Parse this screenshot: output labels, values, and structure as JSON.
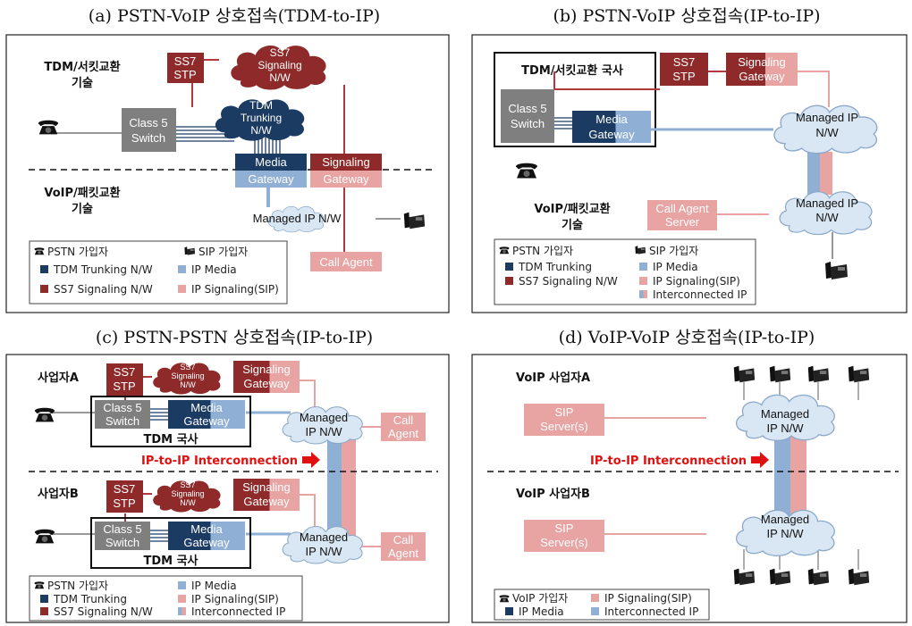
{
  "colors": {
    "tdm_navy": "#1c3b63",
    "ss7_red": "#8e2a2a",
    "ip_media": "#8fb0d4",
    "ip_signaling": "#e8a3a3",
    "switch_gray": "#7f7f7f",
    "cloud_fill": "#d9e6f3",
    "cloud_stroke": "#8aa8c8",
    "sig_line": "#b0393f",
    "arrow_red": "#e01010"
  },
  "a": {
    "caption": "(a) PSTN-VoIP 상호접속(TDM-to-IP)",
    "tdm_tech_1": "TDM/서킷교환",
    "tdm_tech_2": "기술",
    "voip_tech_1": "VoIP/패킷교환",
    "voip_tech_2": "기술",
    "ss7_1": "SS7",
    "ss7_2": "STP",
    "sig_nw_1": "SS7",
    "sig_nw_2": "Signaling",
    "sig_nw_3": "N/W",
    "class5_1": "Class 5",
    "class5_2": "Switch",
    "trunk_1": "TDM",
    "trunk_2": "Trunking",
    "trunk_3": "N/W",
    "media_1": "Media",
    "media_2": "Gateway",
    "sgw_1": "Signaling",
    "sgw_2": "Gateway",
    "managed": "Managed IP N/W",
    "call_agent": "Call Agent",
    "legend": {
      "pstn": "PSTN 가입자",
      "sip": "SIP 가입자",
      "tdm": "TDM Trunking N/W",
      "ipmedia": "IP Media",
      "ss7": "SS7 Signaling N/W",
      "ipsig": "IP Signaling(SIP)"
    }
  },
  "b": {
    "caption": "(b) PSTN-VoIP 상호접속(IP-to-IP)",
    "office": "TDM/서킷교환 국사",
    "ss7_1": "SS7",
    "ss7_2": "STP",
    "sgw_1": "Signaling",
    "sgw_2": "Gateway",
    "class5_1": "Class 5",
    "class5_2": "Switch",
    "media_1": "Media",
    "media_2": "Gateway",
    "managed_1": "Managed IP",
    "managed_2": "N/W",
    "voip_tech_1": "VoIP/패킷교환",
    "voip_tech_2": "기술",
    "cas_1": "Call Agent",
    "cas_2": "Server",
    "legend": {
      "pstn": "PSTN 가입자",
      "sip": "SIP 가입자",
      "tdm": "TDM Trunking",
      "ipmedia": "IP Media",
      "ss7": "SS7 Signaling N/W",
      "ipsig": "IP Signaling(SIP)",
      "inter": "Interconnected IP"
    }
  },
  "c": {
    "caption": "(c) PSTN-PSTN 상호접속(IP-to-IP)",
    "op_a": "사업자A",
    "op_b": "사업자B",
    "ss7_1": "SS7",
    "ss7_2": "STP",
    "sig_nw_1": "SS7",
    "sig_nw_2": "Signaling",
    "sig_nw_3": "N/W",
    "sgw_1": "Signaling",
    "sgw_2": "Gateway",
    "class5_1": "Class 5",
    "class5_2": "Switch",
    "media_1": "Media",
    "media_2": "Gateway",
    "office": "TDM 국사",
    "managed_1": "Managed",
    "managed_2": "IP N/W",
    "ca_1": "Call",
    "ca_2": "Agent",
    "interconnect": "IP-to-IP Interconnection",
    "legend": {
      "pstn": "PSTN 가입자",
      "tdm": "TDM Trunking",
      "ss7": "SS7 Signaling N/W",
      "ipmedia": "IP Media",
      "ipsig": "IP Signaling(SIP)",
      "inter": "Interconnected IP"
    }
  },
  "d": {
    "caption": "(d) VoIP-VoIP 상호접속(IP-to-IP)",
    "op_a": "VoIP 사업자A",
    "op_b": "VoIP 사업자B",
    "sip_1": "SIP",
    "sip_2": "Server(s)",
    "managed_1": "Managed",
    "managed_2": "IP N/W",
    "interconnect": "IP-to-IP Interconnection",
    "legend": {
      "voip": "VoIP 가입자",
      "ipsig": "IP Signaling(SIP)",
      "ipmedia": "IP Media",
      "inter": "Interconnected IP"
    }
  }
}
